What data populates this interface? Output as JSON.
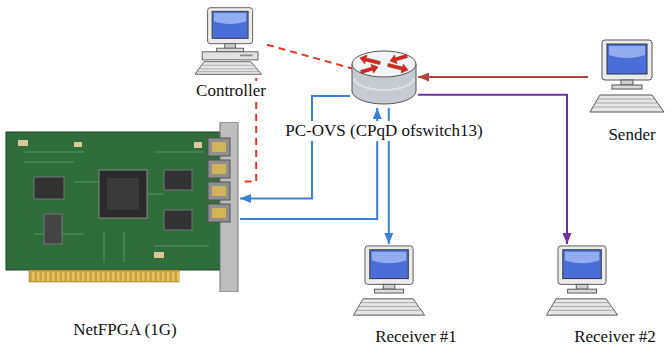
{
  "diagram": {
    "nodes": [
      {
        "text": [
          "Controller"
        ]
      },
      {
        "text": [
          "PC-OVS (CPqD ofswitch13)"
        ]
      },
      {
        "text": [
          "Sender"
        ]
      },
      {
        "text": [
          "NetFPGA (1G)"
        ]
      },
      {
        "text": [
          "Receiver #1"
        ]
      },
      {
        "text": [
          "Receiver #2"
        ]
      }
    ],
    "edges": [
      {
        "from": 0,
        "to": 1,
        "arrow": "none"
      },
      {
        "from": 0,
        "to": 3,
        "arrow": "none"
      },
      {
        "from": 2,
        "to": 1,
        "arrow": "to"
      },
      {
        "from": 1,
        "to": 3,
        "arrow": "to"
      },
      {
        "from": 3,
        "to": 1,
        "arrow": "to"
      },
      {
        "from": 1,
        "to": 5,
        "arrow": "to"
      },
      {
        "from": 1,
        "to": 4,
        "arrow": "to"
      }
    ]
  }
}
